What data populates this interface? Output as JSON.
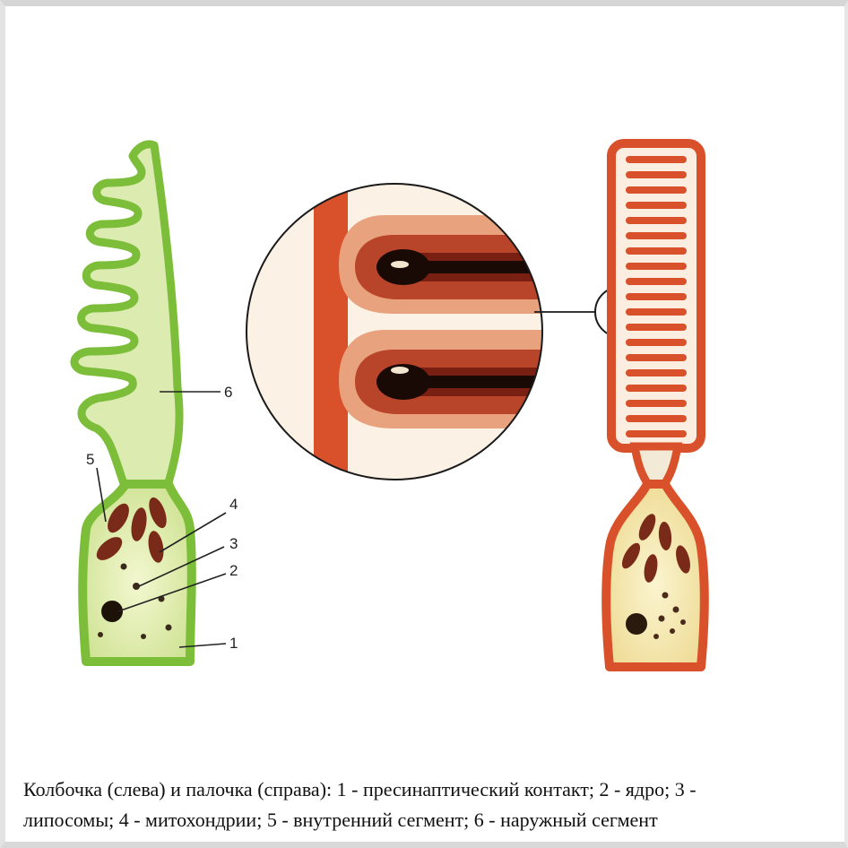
{
  "labels": {
    "l1": "1",
    "l2": "2",
    "l3": "3",
    "l4": "4",
    "l5": "5",
    "l6": "6"
  },
  "caption": {
    "line1": "Колбочка (слева) и палочка (справа): 1 - пресинаптический контакт; 2 - ядро; 3 -",
    "line2": "липосомы; 4 - митохондрии; 5 - внутренний сегмент; 6 - наружный сегмент"
  },
  "colors": {
    "cone_green": "#7cbe3a",
    "cone_fill": "#e6f0b0",
    "rod_red": "#d9512a",
    "rod_fill": "#f5ecc0",
    "organelle": "#7a2a18"
  }
}
